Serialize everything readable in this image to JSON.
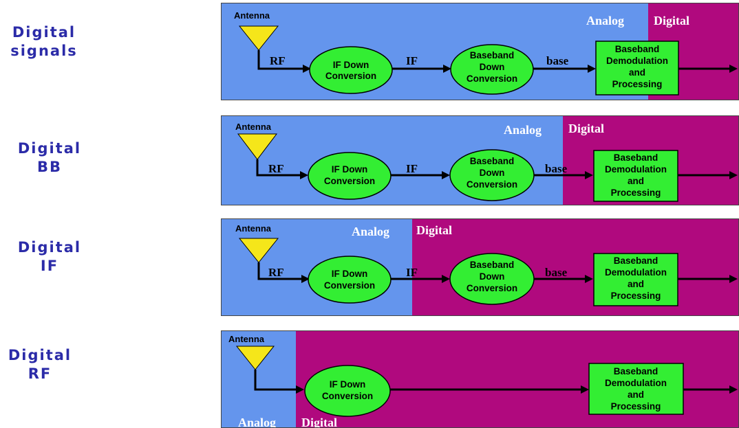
{
  "colors": {
    "analog": "#6495ed",
    "digital": "#b0097e",
    "block": "#33ee33",
    "antenna": "#f5e61a",
    "label": "#2b2ba8"
  },
  "rows": [
    {
      "label_lines": [
        "Digital",
        "signals"
      ],
      "antenna": "Antenna",
      "analog": "Analog",
      "digital": "Digital",
      "signals": [
        "RF",
        "IF",
        "base"
      ],
      "if_block": [
        "IF Down",
        "Conversion"
      ],
      "bb_block": [
        "Baseband",
        "Down",
        "Conversion"
      ],
      "demod_block": [
        "Baseband",
        "Demodulation",
        "and",
        "Processing"
      ]
    },
    {
      "label_lines": [
        "Digital",
        "BB"
      ],
      "antenna": "Antenna",
      "analog": "Analog",
      "digital": "Digital",
      "signals": [
        "RF",
        "IF",
        "base"
      ],
      "if_block": [
        "IF Down",
        "Conversion"
      ],
      "bb_block": [
        "Baseband",
        "Down",
        "Conversion"
      ],
      "demod_block": [
        "Baseband",
        "Demodulation",
        "and",
        "Processing"
      ]
    },
    {
      "label_lines": [
        "Digital",
        "IF"
      ],
      "antenna": "Antenna",
      "analog": "Analog",
      "digital": "Digital",
      "signals": [
        "RF",
        "IF",
        "base"
      ],
      "if_block": [
        "IF Down",
        "Conversion"
      ],
      "bb_block": [
        "Baseband",
        "Down",
        "Conversion"
      ],
      "demod_block": [
        "Baseband",
        "Demodulation",
        "and",
        "Processing"
      ]
    },
    {
      "label_lines": [
        "Digital",
        "RF"
      ],
      "antenna": "Antenna",
      "analog": "Analog",
      "digital": "Digital",
      "signals": [],
      "if_block": [
        "IF Down",
        "Conversion"
      ],
      "bb_block": [],
      "demod_block": [
        "Baseband",
        "Demodulation",
        "and",
        "Processing"
      ]
    }
  ]
}
